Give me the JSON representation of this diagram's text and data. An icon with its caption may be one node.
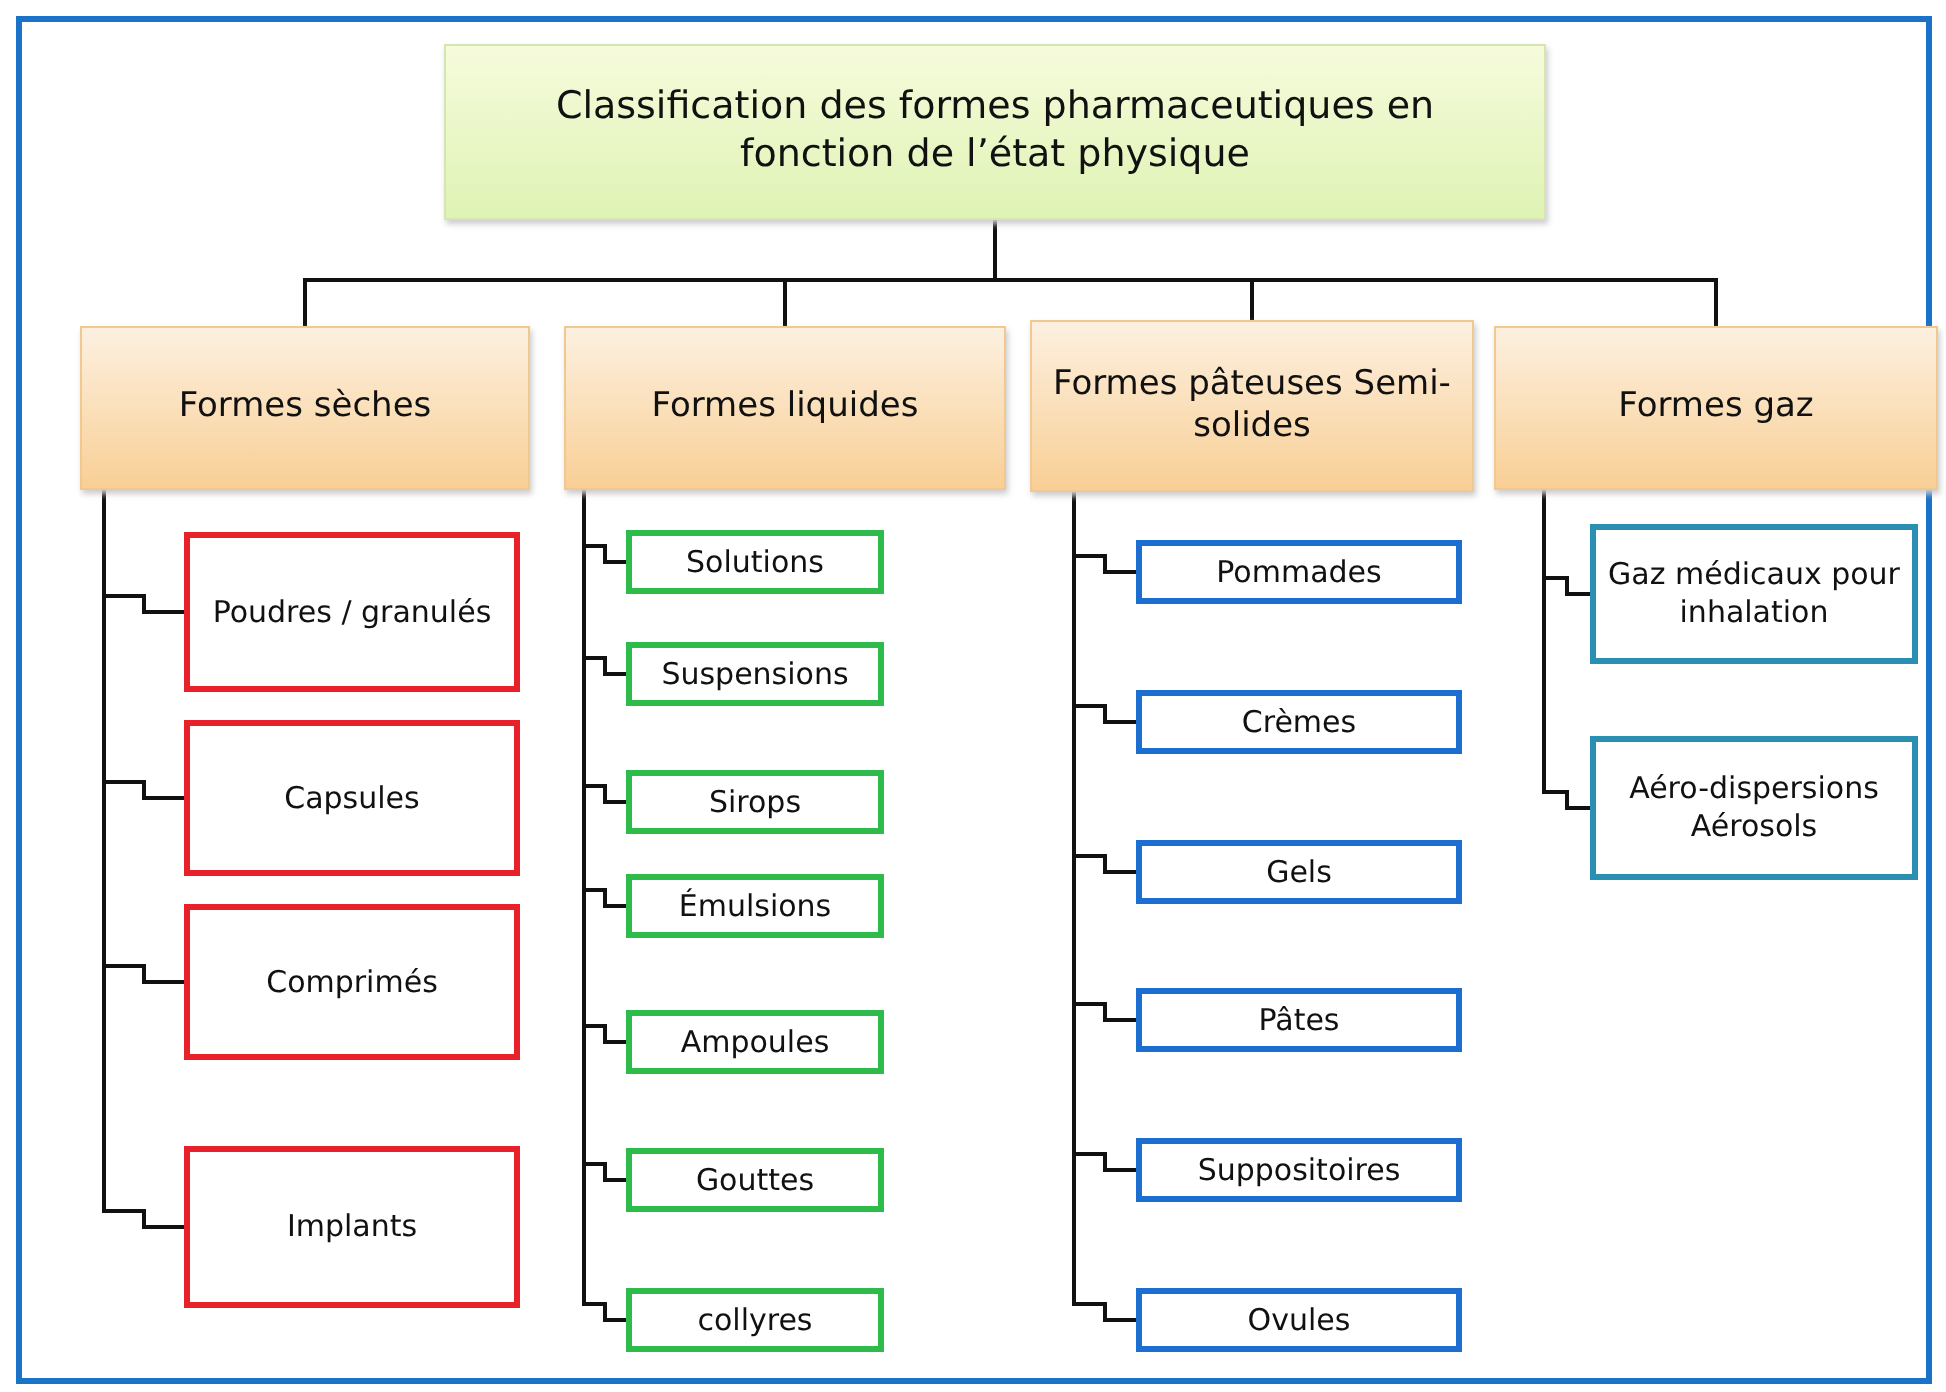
{
  "diagram": {
    "nodes": [
      {
        "text": [
          "Classification des formes pharmaceutiques en fonction de l’état physique"
        ]
      },
      {
        "text": [
          "Formes sèches"
        ]
      },
      {
        "text": [
          "Formes liquides"
        ]
      },
      {
        "text": [
          "Formes pâteuses Semi-solides"
        ]
      },
      {
        "text": [
          "Formes gaz"
        ]
      },
      {
        "text": [
          "Poudres / granulés"
        ]
      },
      {
        "text": [
          "Capsules"
        ]
      },
      {
        "text": [
          "Comprimés"
        ]
      },
      {
        "text": [
          "Implants"
        ]
      },
      {
        "text": [
          "Solutions"
        ]
      },
      {
        "text": [
          "Suspensions"
        ]
      },
      {
        "text": [
          "Sirops"
        ]
      },
      {
        "text": [
          "Émulsions"
        ]
      },
      {
        "text": [
          "Ampoules"
        ]
      },
      {
        "text": [
          "Gouttes"
        ]
      },
      {
        "text": [
          "collyres"
        ]
      },
      {
        "text": [
          "Pommades"
        ]
      },
      {
        "text": [
          "Crèmes"
        ]
      },
      {
        "text": [
          "Gels"
        ]
      },
      {
        "text": [
          "Pâtes"
        ]
      },
      {
        "text": [
          "Suppositoires"
        ]
      },
      {
        "text": [
          "Ovules"
        ]
      },
      {
        "text": [
          "Gaz médicaux pour inhalation"
        ]
      },
      {
        "text": [
          "Aéro-dispersions Aérosols"
        ]
      }
    ],
    "edges": [
      {
        "from": 0,
        "to": 1,
        "arrow": "none"
      },
      {
        "from": 0,
        "to": 2,
        "arrow": "none"
      },
      {
        "from": 0,
        "to": 3,
        "arrow": "none"
      },
      {
        "from": 0,
        "to": 4,
        "arrow": "none"
      },
      {
        "from": 1,
        "to": 5,
        "arrow": "none"
      },
      {
        "from": 1,
        "to": 6,
        "arrow": "none"
      },
      {
        "from": 1,
        "to": 7,
        "arrow": "none"
      },
      {
        "from": 1,
        "to": 8,
        "arrow": "none"
      },
      {
        "from": 2,
        "to": 9,
        "arrow": "none"
      },
      {
        "from": 2,
        "to": 10,
        "arrow": "none"
      },
      {
        "from": 2,
        "to": 11,
        "arrow": "none"
      },
      {
        "from": 2,
        "to": 12,
        "arrow": "none"
      },
      {
        "from": 2,
        "to": 13,
        "arrow": "none"
      },
      {
        "from": 2,
        "to": 14,
        "arrow": "none"
      },
      {
        "from": 2,
        "to": 15,
        "arrow": "none"
      },
      {
        "from": 3,
        "to": 16,
        "arrow": "none"
      },
      {
        "from": 3,
        "to": 17,
        "arrow": "none"
      },
      {
        "from": 3,
        "to": 18,
        "arrow": "none"
      },
      {
        "from": 3,
        "to": 19,
        "arrow": "none"
      },
      {
        "from": 3,
        "to": 20,
        "arrow": "none"
      },
      {
        "from": 3,
        "to": 21,
        "arrow": "none"
      },
      {
        "from": 4,
        "to": 22,
        "arrow": "none"
      },
      {
        "from": 4,
        "to": 23,
        "arrow": "none"
      }
    ]
  }
}
